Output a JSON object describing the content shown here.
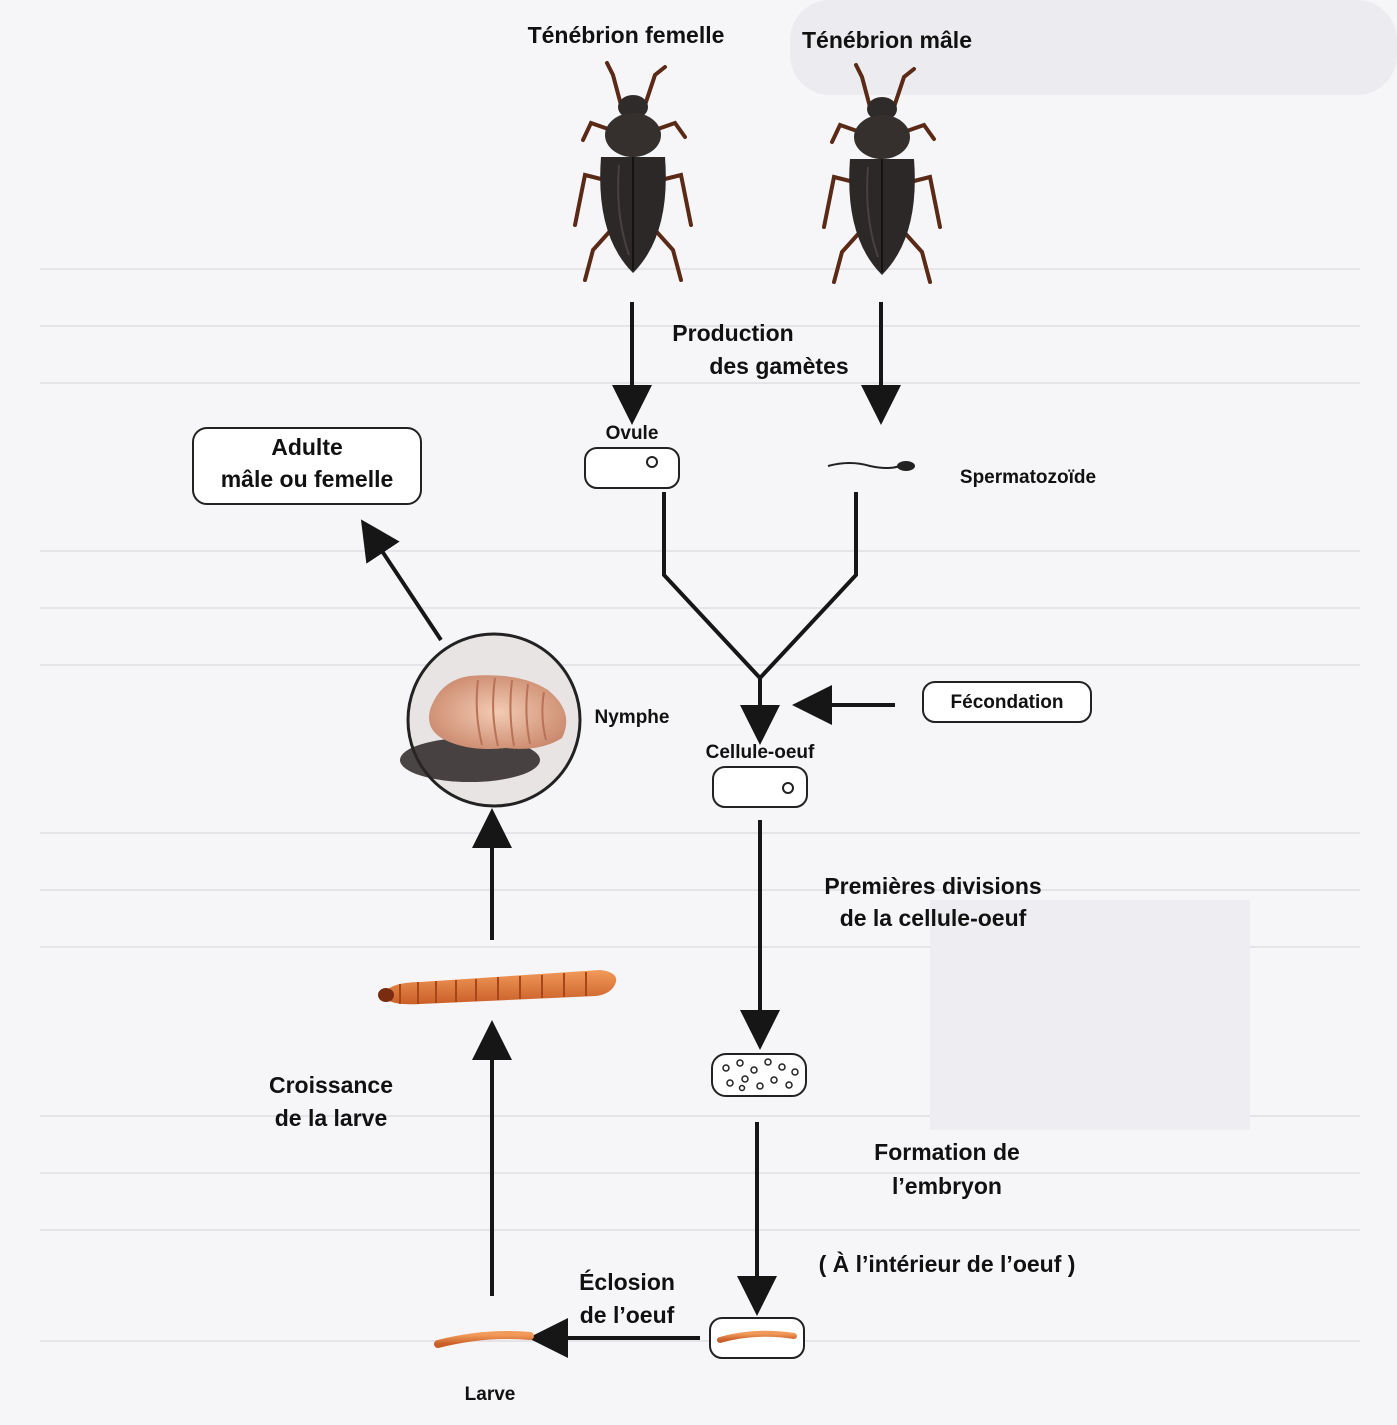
{
  "diagram": {
    "labels": {
      "female_beetle": "Ténébrion femelle",
      "male_beetle": "Ténébrion mâle",
      "gamete_production_1": "Production",
      "gamete_production_2": "des gamètes",
      "ovule": "Ovule",
      "spermatozoide": "Spermatozoïde",
      "adult_1": "Adulte",
      "adult_2": "mâle ou femelle",
      "fecondation": "Fécondation",
      "nymphe": "Nymphe",
      "cellule_oeuf": "Cellule-oeuf",
      "divisions_1": "Premières divisions",
      "divisions_2": "de la cellule-oeuf",
      "croissance_1": "Croissance",
      "croissance_2": "de la larve",
      "embryon_1": "Formation de",
      "embryon_2": "l’embryon",
      "interieur": "( À l’intérieur de l’oeuf )",
      "eclosion_1": "Éclosion",
      "eclosion_2": "de l’oeuf",
      "larve": "Larve"
    },
    "colors": {
      "beetle": "#2f2b2a",
      "beetle_legs": "#5a2a16",
      "larva": "#e07a3c",
      "pupa": "#d9a07f",
      "arrow": "#161616"
    }
  }
}
